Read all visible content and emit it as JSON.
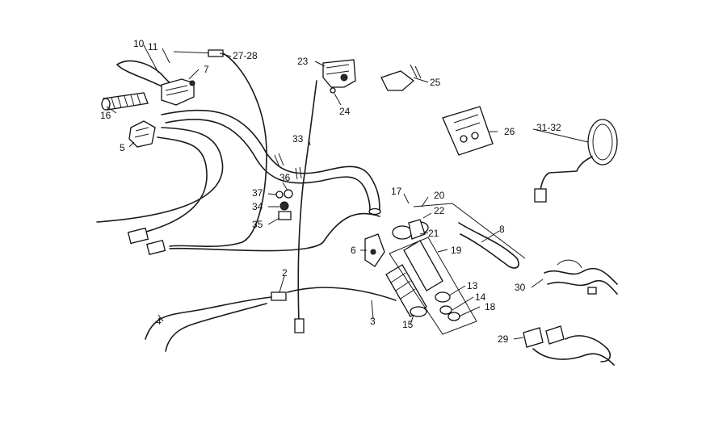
{
  "diagram": {
    "background": "#ffffff",
    "ink": "#1a1a1a",
    "labels": [
      {
        "id": "lbl-10",
        "text": "10"
      },
      {
        "id": "lbl-11",
        "text": "11"
      },
      {
        "id": "lbl-27-28",
        "text": "27-28"
      },
      {
        "id": "lbl-7",
        "text": "7"
      },
      {
        "id": "lbl-16",
        "text": "16"
      },
      {
        "id": "lbl-5",
        "text": "5"
      },
      {
        "id": "lbl-23",
        "text": "23"
      },
      {
        "id": "lbl-24",
        "text": "24"
      },
      {
        "id": "lbl-25",
        "text": "25"
      },
      {
        "id": "lbl-33",
        "text": "33"
      },
      {
        "id": "lbl-26",
        "text": "26"
      },
      {
        "id": "lbl-31-32",
        "text": "31-32"
      },
      {
        "id": "lbl-36",
        "text": "36"
      },
      {
        "id": "lbl-37",
        "text": "37"
      },
      {
        "id": "lbl-34",
        "text": "34"
      },
      {
        "id": "lbl-35",
        "text": "35"
      },
      {
        "id": "lbl-17",
        "text": "17"
      },
      {
        "id": "lbl-20",
        "text": "20"
      },
      {
        "id": "lbl-22",
        "text": "22"
      },
      {
        "id": "lbl-21",
        "text": "21"
      },
      {
        "id": "lbl-8",
        "text": "8"
      },
      {
        "id": "lbl-19",
        "text": "19"
      },
      {
        "id": "lbl-6",
        "text": "6"
      },
      {
        "id": "lbl-2",
        "text": "2"
      },
      {
        "id": "lbl-13",
        "text": "13"
      },
      {
        "id": "lbl-14",
        "text": "14"
      },
      {
        "id": "lbl-18",
        "text": "18"
      },
      {
        "id": "lbl-30",
        "text": "30"
      },
      {
        "id": "lbl-4",
        "text": "4"
      },
      {
        "id": "lbl-3",
        "text": "3"
      },
      {
        "id": "lbl-15",
        "text": "15"
      },
      {
        "id": "lbl-29",
        "text": "29"
      }
    ]
  }
}
